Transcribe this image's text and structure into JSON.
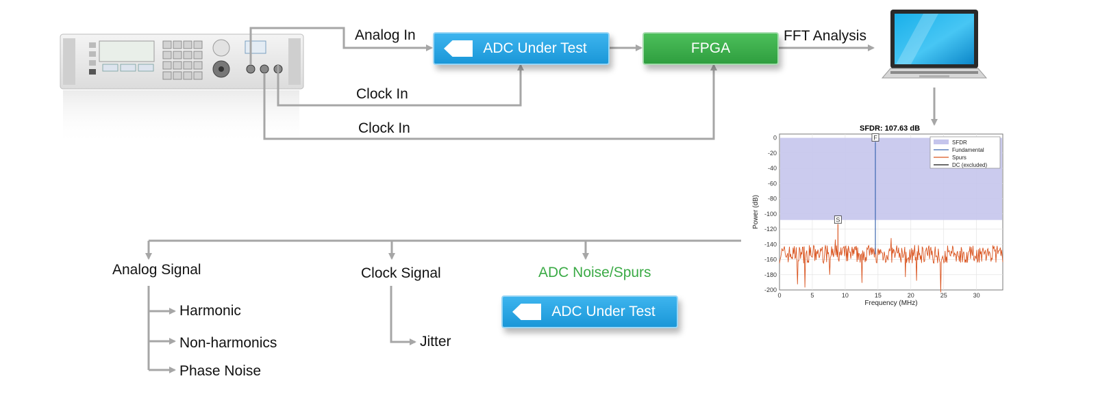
{
  "labels": {
    "analog_in": "Analog In",
    "clock_in_1": "Clock In",
    "clock_in_2": "Clock In",
    "fft_analysis": "FFT Analysis",
    "analog_signal": "Analog Signal",
    "clock_signal": "Clock Signal",
    "adc_noise_spurs": "ADC Noise/Spurs",
    "harmonic": "Harmonic",
    "non_harmonics": "Non-harmonics",
    "phase_noise": "Phase Noise",
    "jitter": "Jitter"
  },
  "boxes": {
    "adc_top": "ADC Under Test",
    "fpga": "FPGA",
    "adc_bottom": "ADC Under Test"
  },
  "colors": {
    "adc_blue": "#1da1e0",
    "fpga_green": "#36a846",
    "noise_label_green": "#3aaa45",
    "arrow_gray": "#a6a6a6",
    "sfdr_band": "#c5c5ec",
    "spur_orange": "#d9531e",
    "fundamental_blue": "#3b66b0"
  },
  "chart_data": {
    "type": "line",
    "title": "SFDR: 107.63 dB",
    "xlabel": "Frequency (MHz)",
    "ylabel": "Power (dB)",
    "xlim": [
      0,
      34
    ],
    "ylim": [
      -200,
      5
    ],
    "x_ticks": [
      0,
      5,
      10,
      15,
      20,
      25,
      30
    ],
    "y_ticks": [
      0,
      -20,
      -40,
      -60,
      -80,
      -100,
      -120,
      -140,
      -160,
      -180,
      -200
    ],
    "sfdr_band": [
      -108,
      0
    ],
    "fundamental": {
      "x": 14.6,
      "y": 0,
      "marker": "F"
    },
    "spur": {
      "x": 8.9,
      "y": -108,
      "marker": "S"
    },
    "noise_floor": {
      "mean": -153,
      "spread": 12
    },
    "legend": [
      "SFDR",
      "Fundamental",
      "Spurs",
      "DC (excluded)"
    ],
    "legend_position": "top-right",
    "grid": true
  }
}
